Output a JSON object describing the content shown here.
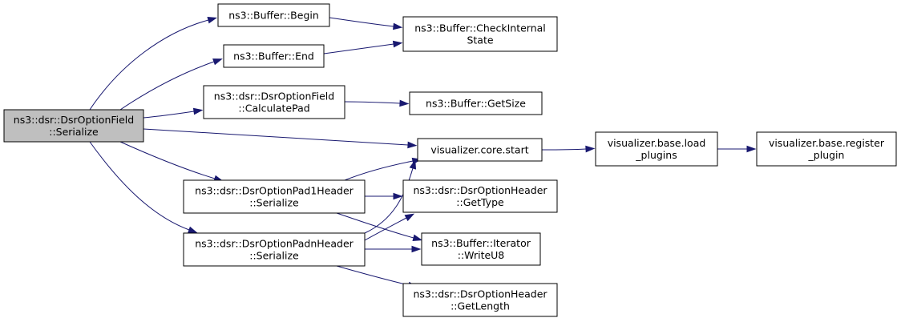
{
  "nodes": {
    "root": [
      "ns3::dsr::DsrOptionField",
      "::Serialize"
    ],
    "buf_begin": [
      "ns3::Buffer::Begin"
    ],
    "buf_end": [
      "ns3::Buffer::End"
    ],
    "calc_pad": [
      "ns3::dsr::DsrOptionField",
      "::CalculatePad"
    ],
    "check_internal": [
      "ns3::Buffer::CheckInternal",
      "State"
    ],
    "get_size": [
      "ns3::Buffer::GetSize"
    ],
    "vis_start": [
      "visualizer.core.start"
    ],
    "load_plugins": [
      "visualizer.base.load",
      "_plugins"
    ],
    "register_plugin": [
      "visualizer.base.register",
      "_plugin"
    ],
    "pad1": [
      "ns3::dsr::DsrOptionPad1Header",
      "::Serialize"
    ],
    "padn": [
      "ns3::dsr::DsrOptionPadnHeader",
      "::Serialize"
    ],
    "get_type": [
      "ns3::dsr::DsrOptionHeader",
      "::GetType"
    ],
    "write_u8": [
      "ns3::Buffer::Iterator",
      "::WriteU8"
    ],
    "get_length": [
      "ns3::dsr::DsrOptionHeader",
      "::GetLength"
    ]
  },
  "edges": [
    [
      "root",
      "buf_begin"
    ],
    [
      "root",
      "buf_end"
    ],
    [
      "root",
      "calc_pad"
    ],
    [
      "root",
      "vis_start"
    ],
    [
      "root",
      "pad1"
    ],
    [
      "root",
      "padn"
    ],
    [
      "buf_begin",
      "check_internal"
    ],
    [
      "buf_end",
      "check_internal"
    ],
    [
      "calc_pad",
      "get_size"
    ],
    [
      "vis_start",
      "load_plugins"
    ],
    [
      "load_plugins",
      "register_plugin"
    ],
    [
      "pad1",
      "vis_start"
    ],
    [
      "pad1",
      "get_type"
    ],
    [
      "pad1",
      "write_u8"
    ],
    [
      "padn",
      "vis_start"
    ],
    [
      "padn",
      "get_type"
    ],
    [
      "padn",
      "write_u8"
    ],
    [
      "padn",
      "get_length"
    ]
  ],
  "colors": {
    "edge": "#191970",
    "root_fill": "#bfbfbf",
    "node_fill": "#ffffff",
    "border": "#000000"
  }
}
